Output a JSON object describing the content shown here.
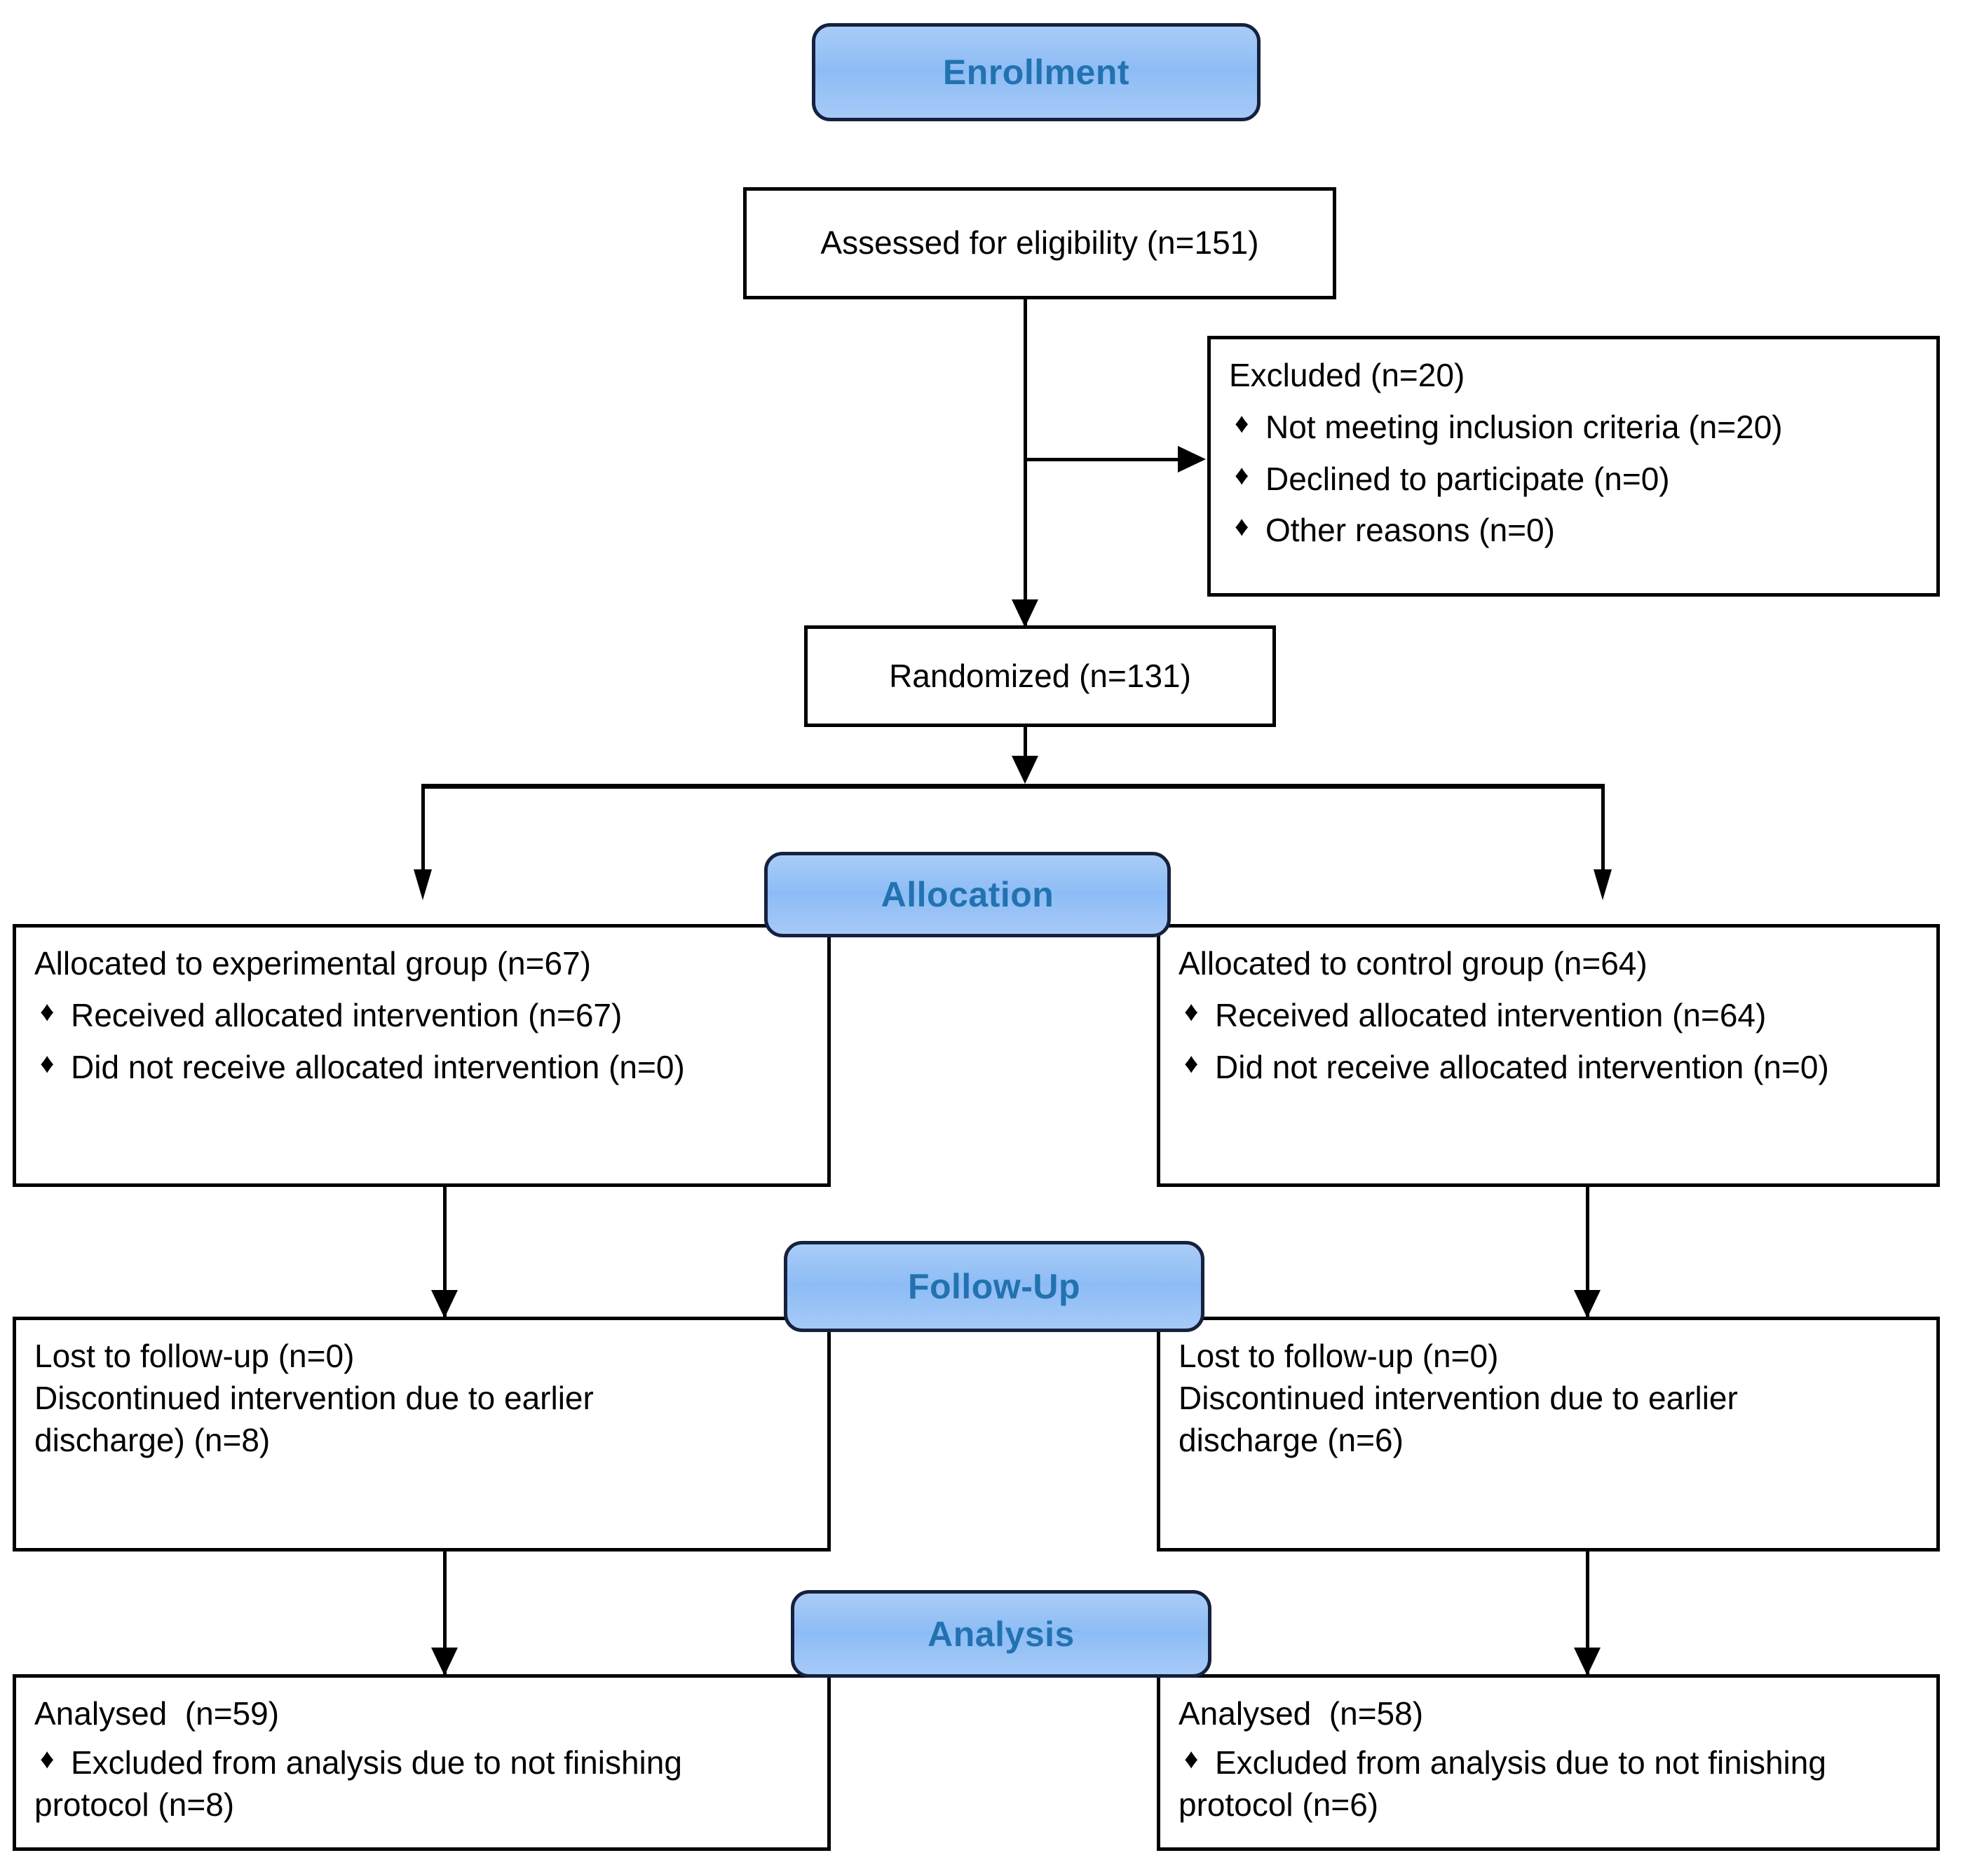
{
  "diagram": {
    "title": "CONSORT participant flow diagram",
    "colors": {
      "banner_fill": "#8dbcf5",
      "banner_border": "#16213e",
      "banner_text": "#2272b0",
      "node_border": "#000000",
      "node_text": "#000000",
      "background": "#ffffff"
    },
    "bullet_glyph": "♦"
  },
  "banners": {
    "enrollment": "Enrollment",
    "allocation": "Allocation",
    "followup": "Follow-Up",
    "analysis": "Analysis"
  },
  "nodes": {
    "assessed": {
      "text": "Assessed for eligibility (n=151)"
    },
    "excluded": {
      "heading": "Excluded (n=20)",
      "items": [
        "Not meeting inclusion criteria (n=20)",
        "Declined to participate (n=0)",
        "Other reasons (n=0)"
      ]
    },
    "randomized": {
      "text": "Randomized (n=131)"
    },
    "alloc_left": {
      "heading": "Allocated to experimental group (n=67)",
      "items": [
        "Received allocated intervention (n=67)",
        "Did not receive allocated intervention (n=0)"
      ]
    },
    "alloc_right": {
      "heading": "Allocated to control group (n=64)",
      "items": [
        "Received allocated intervention (n=64)",
        "Did not receive allocated intervention (n=0)"
      ]
    },
    "follow_left": {
      "line1": "Lost to follow-up (n=0)",
      "line2": "Discontinued intervention due to earlier",
      "line3": "discharge) (n=8)"
    },
    "follow_right": {
      "line1": "Lost to follow-up (n=0)",
      "line2": "Discontinued intervention due to earlier",
      "line3": "discharge (n=6)"
    },
    "analysis_left": {
      "heading": "Analysed  (n=59)",
      "item_line1": "Excluded from analysis due to not finishing",
      "item_line2": "protocol (n=8)"
    },
    "analysis_right": {
      "heading": "Analysed  (n=58)",
      "item_line1": "Excluded from analysis due to not finishing",
      "item_line2": "protocol (n=6)"
    }
  },
  "chart_data": {
    "type": "diagram",
    "title": "CONSORT flow diagram",
    "stages": [
      "Enrollment",
      "Allocation",
      "Follow-Up",
      "Analysis"
    ],
    "counts": {
      "assessed_for_eligibility": 151,
      "excluded_total": 20,
      "excluded_not_meeting_inclusion_criteria": 20,
      "excluded_declined_to_participate": 0,
      "excluded_other_reasons": 0,
      "randomized": 131,
      "allocated_experimental": 67,
      "experimental_received_intervention": 67,
      "experimental_did_not_receive_intervention": 0,
      "allocated_control": 64,
      "control_received_intervention": 64,
      "control_did_not_receive_intervention": 0,
      "experimental_lost_to_followup": 0,
      "experimental_discontinued_earlier_discharge": 8,
      "control_lost_to_followup": 0,
      "control_discontinued_earlier_discharge": 6,
      "experimental_analysed": 59,
      "experimental_excluded_from_analysis": 8,
      "control_analysed": 58,
      "control_excluded_from_analysis": 6
    }
  }
}
